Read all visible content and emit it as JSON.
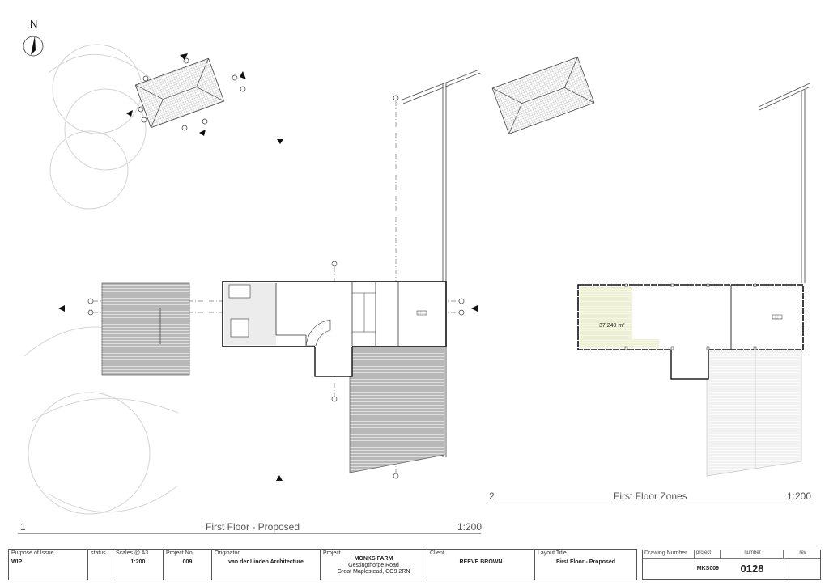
{
  "compass": {
    "label": "N"
  },
  "views": [
    {
      "number": "1",
      "title": "First Floor - Proposed",
      "scale": "1:200"
    },
    {
      "number": "2",
      "title": "First Floor Zones",
      "scale": "1:200"
    }
  ],
  "zones": {
    "area_label": "37.249 m²",
    "zone_fill": "#eef0d4"
  },
  "title_block": {
    "purpose_label": "Purpose of Issue",
    "purpose_value": "WIP",
    "status_label": "status",
    "status_value": "",
    "scales_label": "Scales @ A3",
    "scales_value": "1:200",
    "project_no_label": "Project No.",
    "project_no_value": "009",
    "originator_label": "Originator",
    "originator_value": "van der Linden Architecture",
    "project_label": "Project",
    "project_name": "MONKS FARM",
    "project_address_1": "Gestingthorpe Road",
    "project_address_2": "Great Maplestead, CO9 2RN",
    "client_label": "Client",
    "client_value": "REEVE BROWN",
    "layout_title_label": "Layout Title",
    "layout_title_value": "First Floor - Proposed"
  },
  "drawing_number": {
    "label": "Drawing Number",
    "project_label": "project",
    "number_label": "number",
    "rev_label": "rev",
    "project_value": "MKS009",
    "number_value": "0128",
    "rev_value": ""
  }
}
